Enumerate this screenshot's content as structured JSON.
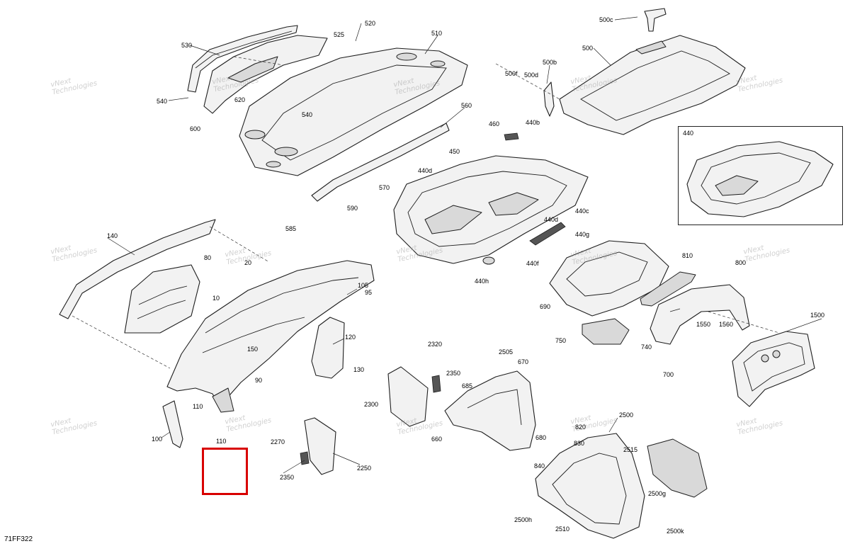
{
  "figure_code": "71FF322",
  "watermark": {
    "line1": "vNext",
    "line2": "Technologies"
  },
  "inset": {
    "label": "440"
  },
  "callouts": [
    {
      "id": "c-520",
      "text": "520"
    },
    {
      "id": "c-525",
      "text": "525"
    },
    {
      "id": "c-530",
      "text": "530"
    },
    {
      "id": "c-510",
      "text": "510"
    },
    {
      "id": "c-500c",
      "text": "500c"
    },
    {
      "id": "c-500",
      "text": "500"
    },
    {
      "id": "c-500b",
      "text": "500b"
    },
    {
      "id": "c-500f",
      "text": "500f"
    },
    {
      "id": "c-500d",
      "text": "500d"
    },
    {
      "id": "c-540a",
      "text": "540"
    },
    {
      "id": "c-620",
      "text": "620"
    },
    {
      "id": "c-540b",
      "text": "540"
    },
    {
      "id": "c-600",
      "text": "600"
    },
    {
      "id": "c-560",
      "text": "560"
    },
    {
      "id": "c-460",
      "text": "460"
    },
    {
      "id": "c-440b",
      "text": "440b"
    },
    {
      "id": "c-450",
      "text": "450"
    },
    {
      "id": "c-440d",
      "text": "440d"
    },
    {
      "id": "c-570",
      "text": "570"
    },
    {
      "id": "c-590",
      "text": "590"
    },
    {
      "id": "c-585",
      "text": "585"
    },
    {
      "id": "c-440c",
      "text": "440c"
    },
    {
      "id": "c-440d2",
      "text": "440d"
    },
    {
      "id": "c-440g",
      "text": "440g"
    },
    {
      "id": "c-440f",
      "text": "440f"
    },
    {
      "id": "c-440h",
      "text": "440h"
    },
    {
      "id": "c-140",
      "text": "140"
    },
    {
      "id": "c-80",
      "text": "80"
    },
    {
      "id": "c-20",
      "text": "20"
    },
    {
      "id": "c-105",
      "text": "105"
    },
    {
      "id": "c-95",
      "text": "95"
    },
    {
      "id": "c-10",
      "text": "10"
    },
    {
      "id": "c-120",
      "text": "120"
    },
    {
      "id": "c-150",
      "text": "150"
    },
    {
      "id": "c-130",
      "text": "130"
    },
    {
      "id": "c-90",
      "text": "90"
    },
    {
      "id": "c-110a",
      "text": "110"
    },
    {
      "id": "c-100",
      "text": "100"
    },
    {
      "id": "c-110b",
      "text": "110"
    },
    {
      "id": "c-810",
      "text": "810"
    },
    {
      "id": "c-800",
      "text": "800"
    },
    {
      "id": "c-690",
      "text": "690"
    },
    {
      "id": "c-1550",
      "text": "1550"
    },
    {
      "id": "c-1560",
      "text": "1560"
    },
    {
      "id": "c-1500",
      "text": "1500"
    },
    {
      "id": "c-750",
      "text": "750"
    },
    {
      "id": "c-740",
      "text": "740"
    },
    {
      "id": "c-700",
      "text": "700"
    },
    {
      "id": "c-2320",
      "text": "2320"
    },
    {
      "id": "c-2505",
      "text": "2505"
    },
    {
      "id": "c-670",
      "text": "670"
    },
    {
      "id": "c-2350a",
      "text": "2350"
    },
    {
      "id": "c-685",
      "text": "685"
    },
    {
      "id": "c-2300",
      "text": "2300"
    },
    {
      "id": "c-660",
      "text": "660"
    },
    {
      "id": "c-2270",
      "text": "2270"
    },
    {
      "id": "c-2250",
      "text": "2250"
    },
    {
      "id": "c-2350b",
      "text": "2350"
    },
    {
      "id": "c-680",
      "text": "680"
    },
    {
      "id": "c-820",
      "text": "820"
    },
    {
      "id": "c-830",
      "text": "830"
    },
    {
      "id": "c-2500",
      "text": "2500"
    },
    {
      "id": "c-2515",
      "text": "2515"
    },
    {
      "id": "c-840",
      "text": "840"
    },
    {
      "id": "c-2500g",
      "text": "2500g"
    },
    {
      "id": "c-2500h",
      "text": "2500h"
    },
    {
      "id": "c-2510",
      "text": "2510"
    },
    {
      "id": "c-2500k",
      "text": "2500k"
    }
  ],
  "colors": {
    "line": "#1e1e1e",
    "fill": "#f2f2f2",
    "highlight": "#d80000",
    "watermark": "#969696"
  }
}
